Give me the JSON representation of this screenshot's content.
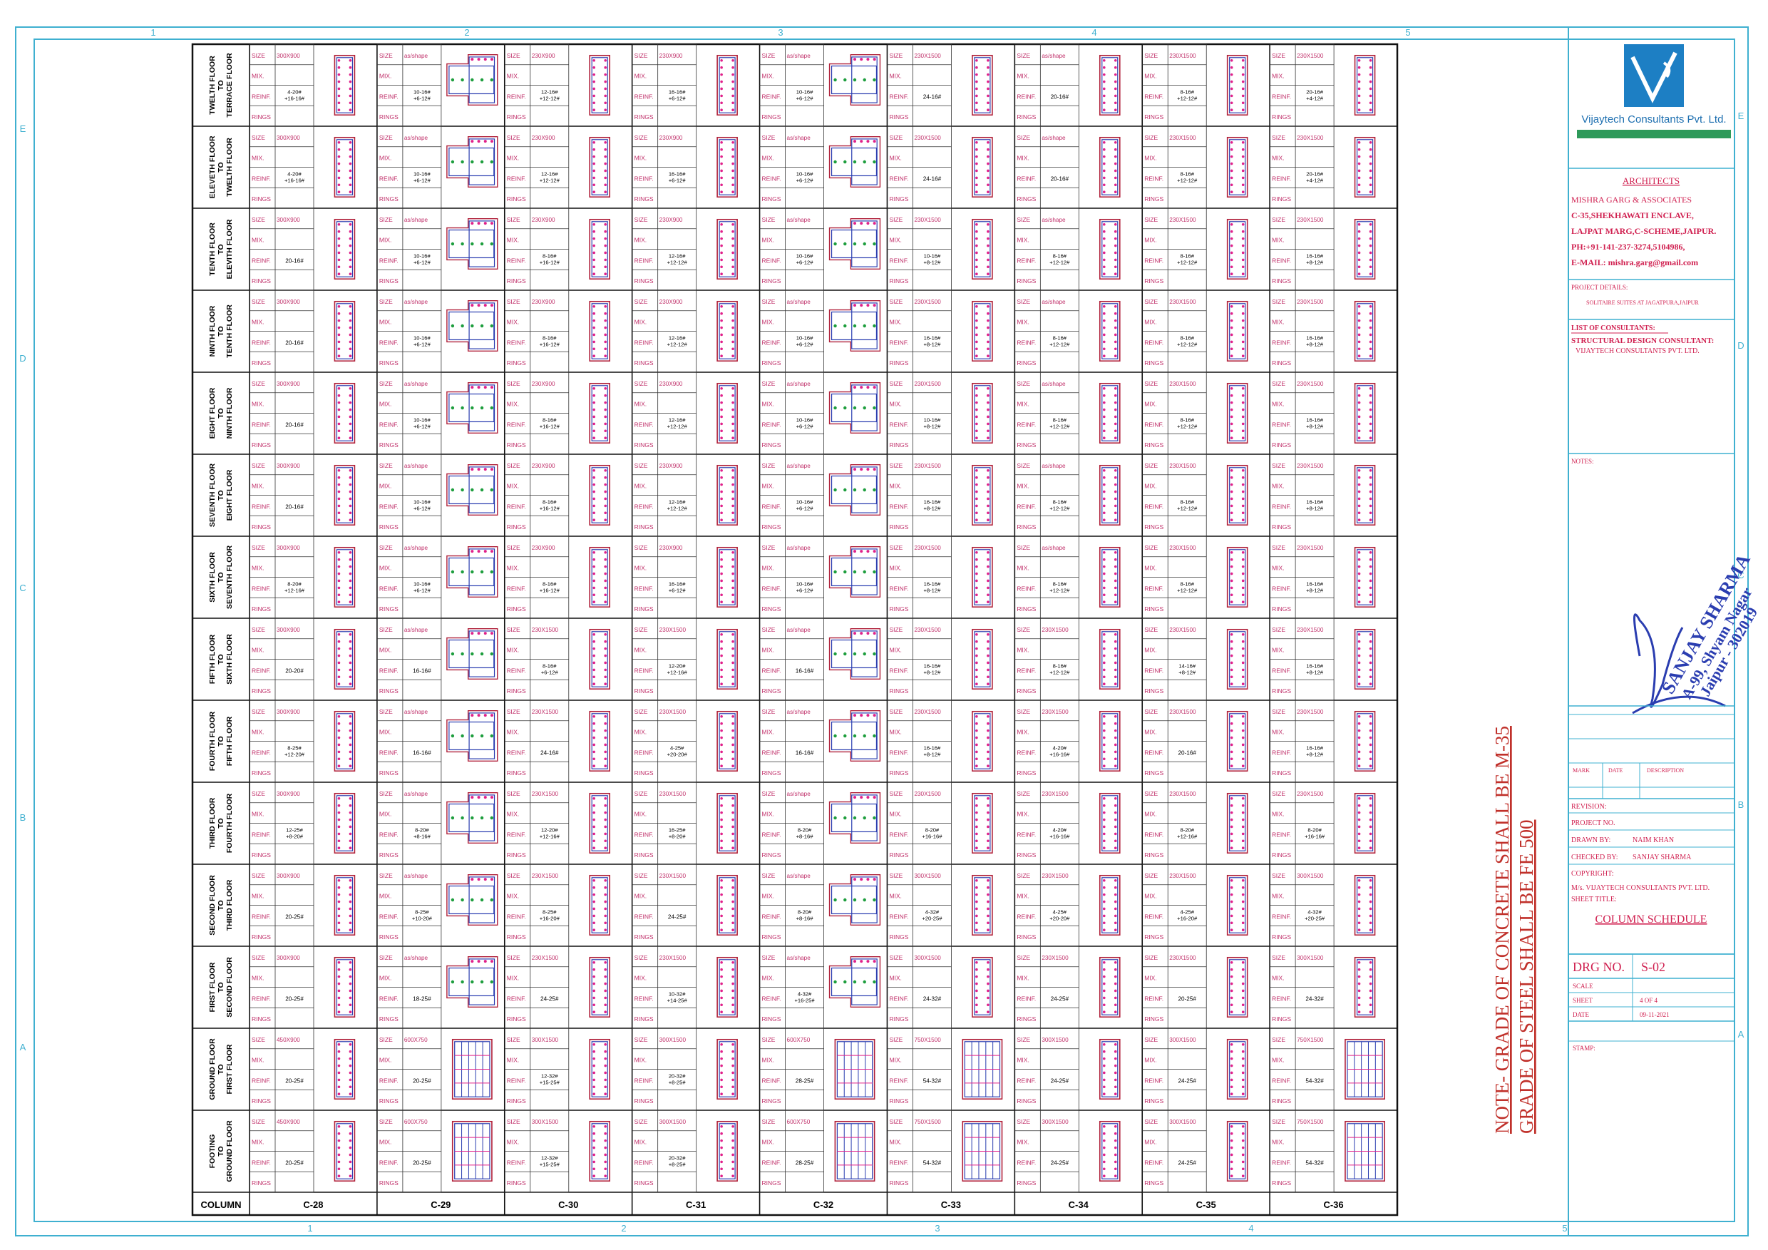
{
  "sheet": {
    "zones_top": [
      "1",
      "2",
      "3",
      "4",
      "5"
    ],
    "zones_side": [
      "E",
      "D",
      "C",
      "B",
      "A"
    ]
  },
  "schedule": {
    "column_header": "COLUMN",
    "labels": {
      "size": "SIZE",
      "mix": "MIX.",
      "reinf": "REINF.",
      "rings": "RINGS"
    },
    "floors": [
      "TWELTH FLOOR TO TERRACE FLOOR",
      "ELEVETH FLOOR TO TWELTH FLOOR",
      "TENTH FLOOR TO ELEVITH FLOOR",
      "NINTH FLOOR TO TENTH FLOOR",
      "EIGHT FLOOR TO NINTH FLOOR",
      "SEVENTH FLOOR TO EIGHT FLOOR",
      "SIXTH FLOOR TO SEVENTH FLOOR",
      "FIFTH FLOOR TO SIXTH FLOOR",
      "FOURTH FLOOR TO FIFTH FLOOR",
      "THIRD FLOOR TO FOURTH FLOOR",
      "SECOND FLOOR TO THIRD FLOOR",
      "FIRST FLOOR TO SECOND FLOOR",
      "GROUND FLOOR TO FIRST FLOOR",
      "FOOTING TO GROUND FLOOR"
    ],
    "columns": [
      {
        "name": "C-28",
        "shape": "rect",
        "sizes": [
          "300X900",
          "300X900",
          "300X900",
          "300X900",
          "300X900",
          "300X900",
          "300X900",
          "300X900",
          "300X900",
          "300X900",
          "300X900",
          "300X900",
          "450X900",
          "450X900"
        ],
        "reinf": [
          "4-20# +16-16#",
          "4-20# +16-16#",
          "20-16#",
          "20-16#",
          "20-16#",
          "20-16#",
          "8-20# +12-16#",
          "20-20#",
          "8-25# +12-20#",
          "12-25# +8-20#",
          "20-25#",
          "20-25#",
          "20-25#",
          "20-25#"
        ]
      },
      {
        "name": "C-29",
        "shape": "tee",
        "sizes": [
          "as/shape",
          "as/shape",
          "as/shape",
          "as/shape",
          "as/shape",
          "as/shape",
          "as/shape",
          "as/shape",
          "as/shape",
          "as/shape",
          "as/shape",
          "as/shape",
          "600X750",
          "600X750"
        ],
        "reinf": [
          "10-16# +6-12#",
          "10-16# +6-12#",
          "10-16# +6-12#",
          "10-16# +6-12#",
          "10-16# +6-12#",
          "10-16# +6-12#",
          "10-16# +6-12#",
          "16-16#",
          "16-16#",
          "8-20# +8-16#",
          "8-25# +10-20#",
          "18-25#",
          "20-25#",
          "20-25#"
        ]
      },
      {
        "name": "C-30",
        "shape": "rect",
        "sizes": [
          "230X900",
          "230X900",
          "230X900",
          "230X900",
          "230X900",
          "230X900",
          "230X900",
          "230X1500",
          "230X1500",
          "230X1500",
          "230X1500",
          "230X1500",
          "300X1500",
          "300X1500"
        ],
        "reinf": [
          "12-16# +12-12#",
          "12-16# +12-12#",
          "8-16# +16-12#",
          "8-16# +16-12#",
          "8-16# +16-12#",
          "8-16# +16-12#",
          "8-16# +16-12#",
          "8-16# +6-12#",
          "24-16#",
          "12-20# +12-16#",
          "8-25# +16-20#",
          "24-25#",
          "12-32# +15-25#",
          "12-32# +15-25#"
        ]
      },
      {
        "name": "C-31",
        "shape": "rect",
        "sizes": [
          "230X900",
          "230X900",
          "230X900",
          "230X900",
          "230X900",
          "230X900",
          "230X900",
          "230X1500",
          "230X1500",
          "230X1500",
          "230X1500",
          "230X1500",
          "300X1500",
          "300X1500"
        ],
        "reinf": [
          "16-16# +6-12#",
          "16-16# +6-12#",
          "12-16# +12-12#",
          "12-16# +12-12#",
          "12-16# +12-12#",
          "12-16# +12-12#",
          "16-16# +6-12#",
          "12-20# +12-16#",
          "4-25# +20-20#",
          "16-25# +8-20#",
          "24-25#",
          "10-32# +14-25#",
          "20-32# +8-25#",
          "20-32# +8-25#"
        ]
      },
      {
        "name": "C-32",
        "shape": "tee",
        "sizes": [
          "as/shape",
          "as/shape",
          "as/shape",
          "as/shape",
          "as/shape",
          "as/shape",
          "as/shape",
          "as/shape",
          "as/shape",
          "as/shape",
          "as/shape",
          "as/shape",
          "600X750",
          "600X750"
        ],
        "reinf": [
          "10-16# +6-12#",
          "10-16# +6-12#",
          "10-16# +6-12#",
          "10-16# +6-12#",
          "10-16# +6-12#",
          "10-16# +6-12#",
          "10-16# +6-12#",
          "16-16#",
          "16-16#",
          "8-20# +8-16#",
          "8-20# +8-16#",
          "4-32# +16-25#",
          "28-25#",
          "28-25#"
        ]
      },
      {
        "name": "C-33",
        "shape": "rect",
        "sizes": [
          "230X1500",
          "230X1500",
          "230X1500",
          "230X1500",
          "230X1500",
          "230X1500",
          "230X1500",
          "230X1500",
          "230X1500",
          "230X1500",
          "300X1500",
          "300X1500",
          "750X1500",
          "750X1500"
        ],
        "reinf": [
          "24-16#",
          "24-16#",
          "10-16# +8-12#",
          "16-16# +8-12#",
          "10-16# +8-12#",
          "16-16# +8-12#",
          "16-16# +8-12#",
          "16-16# +8-12#",
          "16-16# +8-12#",
          "8-20# +16-16#",
          "4-32# +20-25#",
          "24-32#",
          "54-32#",
          "54-32#"
        ]
      },
      {
        "name": "C-34",
        "shape": "rect",
        "sizes": [
          "as/shape",
          "as/shape",
          "as/shape",
          "as/shape",
          "as/shape",
          "as/shape",
          "as/shape",
          "230X1500",
          "230X1500",
          "230X1500",
          "230X1500",
          "230X1500",
          "300X1500",
          "300X1500"
        ],
        "reinf": [
          "20-16#",
          "20-16#",
          "8-16# +12-12#",
          "8-16# +12-12#",
          "8-16# +12-12#",
          "8-16# +12-12#",
          "8-16# +12-12#",
          "8-16# +12-12#",
          "4-20# +16-16#",
          "4-20# +16-16#",
          "4-25# +20-20#",
          "24-25#",
          "24-25#",
          "24-25#"
        ]
      },
      {
        "name": "C-35",
        "shape": "rect",
        "sizes": [
          "230X1500",
          "230X1500",
          "230X1500",
          "230X1500",
          "230X1500",
          "230X1500",
          "230X1500",
          "230X1500",
          "230X1500",
          "230X1500",
          "230X1500",
          "230X1500",
          "300X1500",
          "300X1500"
        ],
        "reinf": [
          "8-16# +12-12#",
          "8-16# +12-12#",
          "8-16# +12-12#",
          "8-16# +12-12#",
          "8-16# +12-12#",
          "8-16# +12-12#",
          "8-16# +12-12#",
          "14-16# +8-12#",
          "20-16#",
          "8-20# +12-16#",
          "4-25# +16-20#",
          "20-25#",
          "24-25#",
          "24-25#"
        ]
      },
      {
        "name": "C-36",
        "shape": "rect",
        "sizes": [
          "230X1500",
          "230X1500",
          "230X1500",
          "230X1500",
          "230X1500",
          "230X1500",
          "230X1500",
          "230X1500",
          "230X1500",
          "230X1500",
          "300X1500",
          "300X1500",
          "750X1500",
          "750X1500"
        ],
        "reinf": [
          "20-16# +4-12#",
          "20-16# +4-12#",
          "16-16# +8-12#",
          "16-16# +8-12#",
          "16-16# +8-12#",
          "16-16# +8-12#",
          "16-16# +8-12#",
          "16-16# +8-12#",
          "16-16# +8-12#",
          "8-20# +16-16#",
          "4-32# +20-25#",
          "24-32#",
          "54-32#",
          "54-32#"
        ]
      }
    ]
  },
  "notes": {
    "line1": "NOTE- GRADE OF CONCRETE SHALL BE M-35",
    "line2": "GRADE OF STEEL SHALL BE FE 500"
  },
  "title_block": {
    "firm": "Vijaytech Consultants Pvt. Ltd.",
    "architects_heading": "ARCHITECTS",
    "architects": [
      "MISHRA GARG & ASSOCIATES",
      "C-35,SHEKHAWATI ENCLAVE,",
      "LAJPAT MARG,C-SCHEME,JAIPUR.",
      "PH:+91-141-237-3274,5104986,",
      "E-MAIL: mishra.garg@gmail.com"
    ],
    "project_details_label": "PROJECT DETAILS:",
    "project": "SOLITAIRE SUITES AT JAGATPURA,JAIPUR",
    "consultants_label": "LIST OF CONSULTANTS:",
    "structural_label": "STRUCTURAL DESIGN CONSULTANT:",
    "structural_firm": "VIJAYTECH CONSULTANTS PVT. LTD.",
    "notes_label": "NOTES:",
    "signatory": [
      "SANJAY SHARMA",
      "A-99, Shyam Nagar",
      "Jaipur - 302019"
    ],
    "mark_label": "MARK",
    "date_label": "DATE",
    "description_label": "DESCRIPTION",
    "revision_label": "REVISION:",
    "project_no_label": "PROJECT NO.",
    "drawn_by_label": "DRAWN BY:",
    "drawn_by": "NAIM KHAN",
    "checked_by_label": "CHECKED BY:",
    "checked_by": "SANJAY SHARMA",
    "copyright_label": "COPYRIGHT:",
    "copyright": "M/s. VIJAYTECH CONSULTANTS PVT. LTD.",
    "sheet_title_label": "SHEET TITLE:",
    "sheet_title": "COLUMN SCHEDULE",
    "drg_no_label": "DRG NO.",
    "drg_no": "S-02",
    "scale_label": "SCALE",
    "sheet_label": "SHEET",
    "sheet_value": "4 OF 4",
    "date_row_label": "DATE",
    "date_value": "09-11-2021",
    "stamp_label": "STAMP:"
  }
}
